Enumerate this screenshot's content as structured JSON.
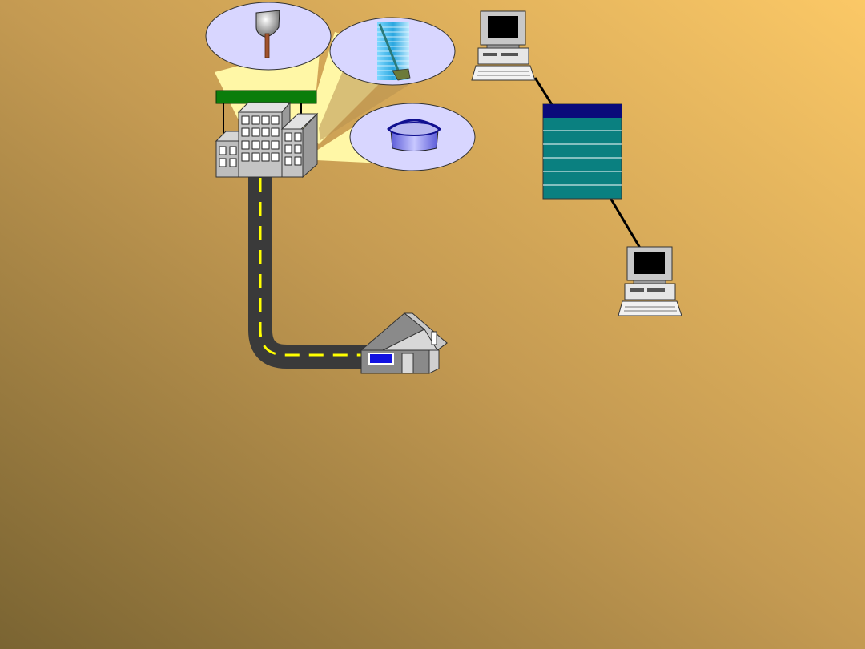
{
  "slide": {
    "background": {
      "gradient_from": "#7a6432",
      "gradient_mid": "#c49a52",
      "gradient_to": "#fbc866"
    }
  },
  "diagram": {
    "nodes": [
      {
        "id": "factory",
        "icon": "factory-building-icon"
      },
      {
        "id": "shovel_bubble",
        "icon": "shovel-icon"
      },
      {
        "id": "broom_bubble",
        "icon": "broom-icon"
      },
      {
        "id": "bucket_bubble",
        "icon": "bucket-icon"
      },
      {
        "id": "house",
        "icon": "house-icon"
      },
      {
        "id": "computer_top",
        "icon": "desktop-computer-icon"
      },
      {
        "id": "server",
        "icon": "server-rack-icon"
      },
      {
        "id": "computer_bottom",
        "icon": "desktop-computer-icon"
      }
    ],
    "edges": [
      {
        "from": "factory",
        "to": "house",
        "style": "road"
      },
      {
        "from": "computer_top",
        "to": "server",
        "style": "line"
      },
      {
        "from": "server",
        "to": "computer_bottom",
        "style": "line"
      }
    ],
    "colors": {
      "bubble_fill": "#d8d6ff",
      "beam_fill": "#fff7a6",
      "sign_green": "#0b7d0b",
      "server_header": "#0a0a7a",
      "server_body": "#0a8080",
      "road": "#3a3a3a",
      "road_dash": "#ffff00",
      "house_window": "#1010e0"
    }
  }
}
